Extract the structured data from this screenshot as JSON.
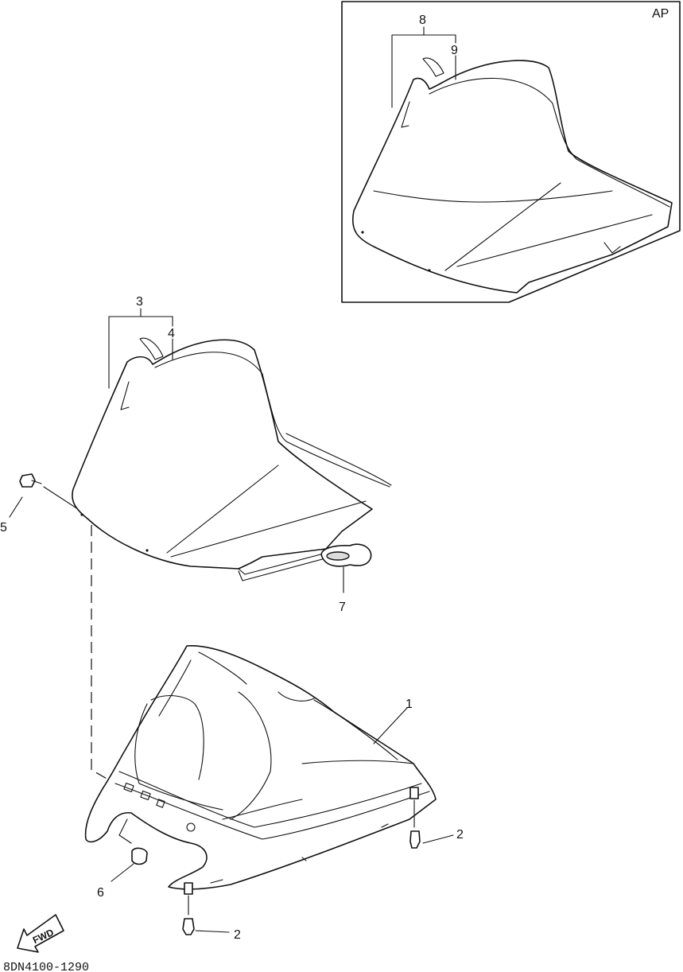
{
  "diagram": {
    "option_label": "AP",
    "drawing_code": "8DN4100-1290",
    "fwd_label": "FWD",
    "callouts": {
      "c1": "1",
      "c2a": "2",
      "c2b": "2",
      "c3": "3",
      "c4": "4",
      "c5": "5",
      "c6": "6",
      "c7": "7",
      "c8": "8",
      "c9": "9"
    }
  }
}
